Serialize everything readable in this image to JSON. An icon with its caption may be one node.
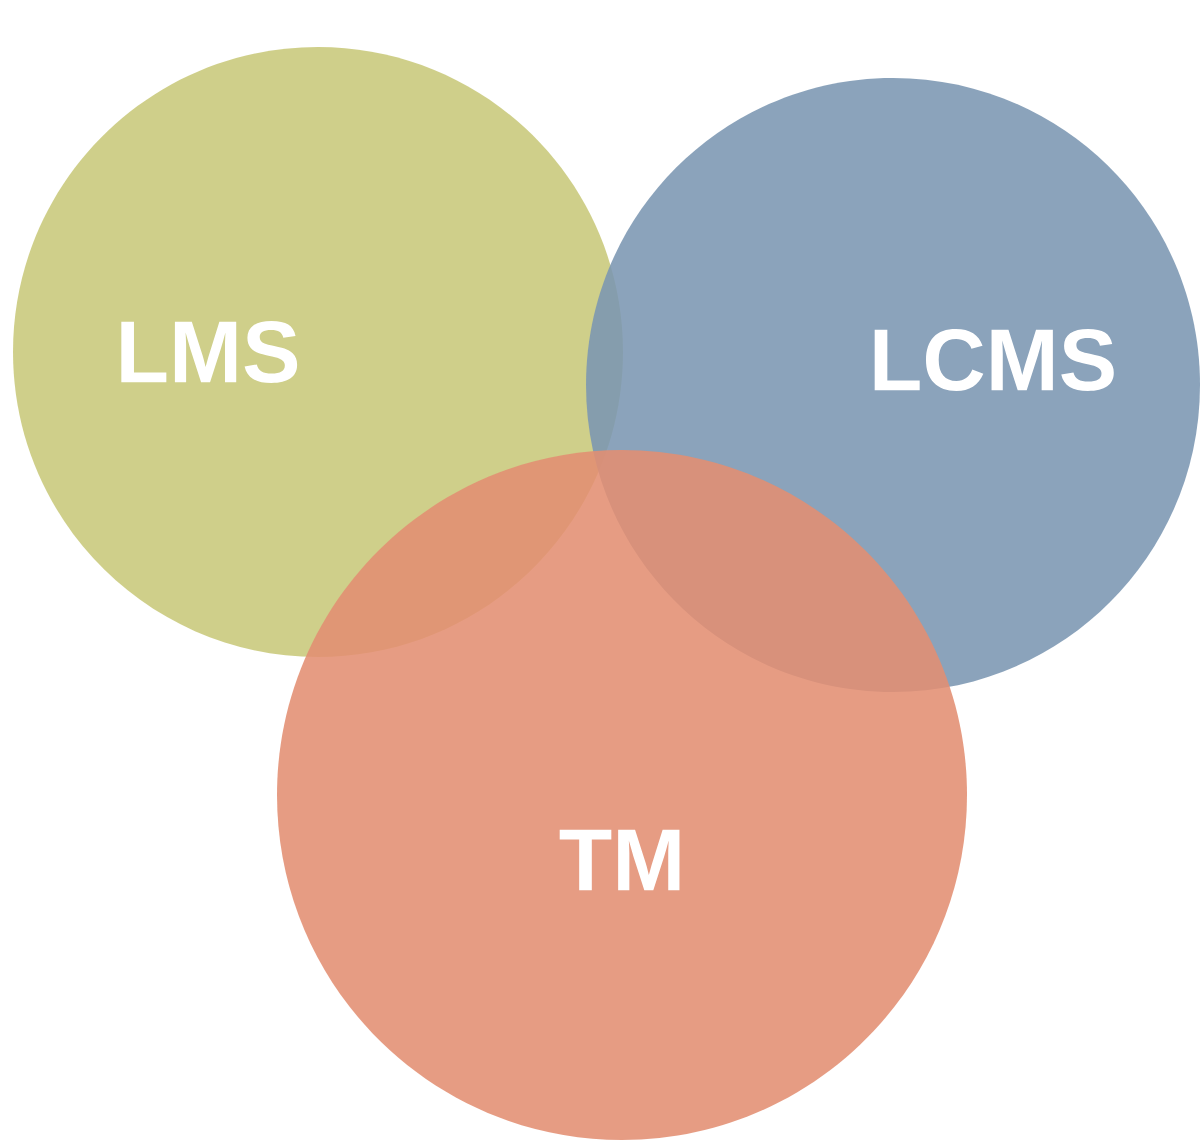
{
  "diagram": {
    "nodes": [
      {
        "text": [
          "LMS"
        ]
      },
      {
        "text": [
          "LCMS"
        ]
      },
      {
        "text": [
          "TM"
        ]
      }
    ]
  }
}
